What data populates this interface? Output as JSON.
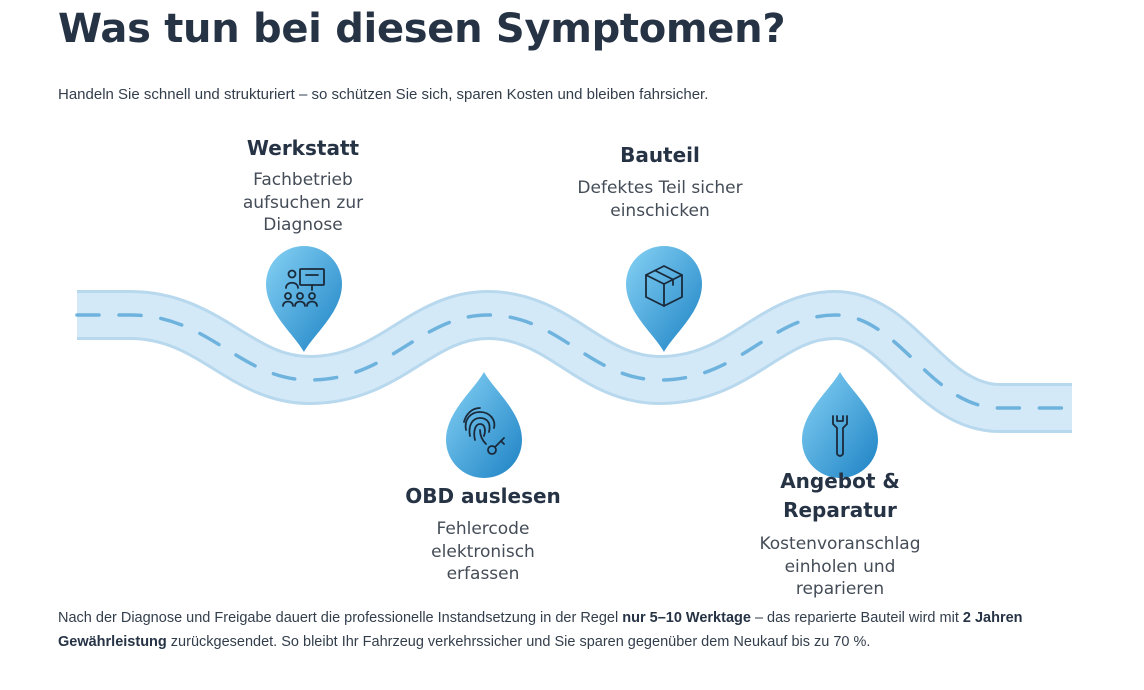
{
  "page": {
    "title": "Was tun bei diesen Symptomen?",
    "subtitle": "Handeln Sie schnell und strukturiert – so schützen Sie sich, sparen Kosten und bleiben fahrsicher."
  },
  "steps": [
    {
      "title": "Werkstatt",
      "desc_lines": [
        "Fachbetrieb",
        "aufsuchen zur",
        "Diagnose"
      ],
      "icon": "workshop-presentation-icon"
    },
    {
      "title": "OBD auslesen",
      "desc_lines": [
        "Fehlercode",
        "elektronisch",
        "erfassen"
      ],
      "icon": "fingerprint-key-icon"
    },
    {
      "title": "Bauteil",
      "desc_lines": [
        "Defektes Teil sicher",
        "einschicken"
      ],
      "icon": "package-box-icon"
    },
    {
      "title_lines": [
        "Angebot &",
        "Reparatur"
      ],
      "desc_lines": [
        "Kostenvoranschlag",
        "einholen und",
        "reparieren"
      ],
      "icon": "wrench-icon"
    }
  ],
  "footer": {
    "part1": "Nach der Diagnose und Freigabe dauert die professionelle Instandsetzung in der Regel ",
    "bold1": "nur 5–10 Werktage",
    "part2": " – das reparierte Bauteil wird mit ",
    "bold2": "2 Jahren Gewährleistung",
    "part3": " zurückgesendet. So bleibt Ihr Fahrzeug verkehrssicher und Sie sparen gegenüber dem Neukauf bis zu 70 %."
  },
  "colors": {
    "road_fill": "#cfe6f6",
    "road_edge": "#b8d8ee",
    "road_dash": "#66aedc",
    "pin_light": "#7fcdf3",
    "pin_dark": "#1f86c7",
    "heading": "#263345"
  }
}
